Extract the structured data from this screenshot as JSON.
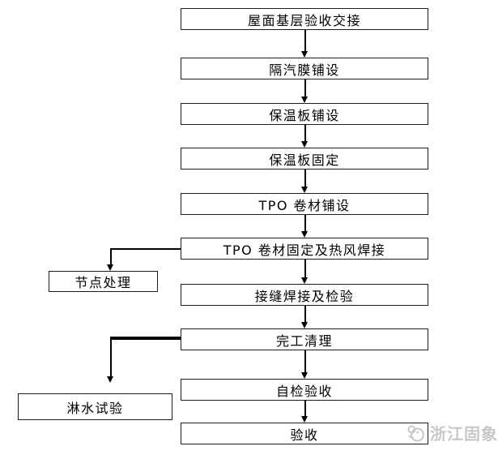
{
  "flow": {
    "main_nodes": [
      {
        "label": "屋面基层验收交接"
      },
      {
        "label": "隔汽膜铺设"
      },
      {
        "label": "保温板铺设"
      },
      {
        "label": "保温板固定"
      },
      {
        "label": "TPO 卷材铺设"
      },
      {
        "label": "TPO 卷材固定及热风焊接"
      },
      {
        "label": "接缝焊接及检验"
      },
      {
        "label": "完工清理"
      },
      {
        "label": "自检验收"
      },
      {
        "label": "验收"
      }
    ],
    "branch_nodes": [
      {
        "label": "节点处理",
        "from": "TPO 卷材固定及热风焊接"
      },
      {
        "label": "淋水试验",
        "from": "完工清理"
      }
    ]
  },
  "watermark": {
    "text": "浙江固象",
    "icon": "elephant-logo-icon",
    "color": "#c8c8c8"
  },
  "colors": {
    "background": "#ffffff",
    "box_border": "#1c1c1c",
    "line": "#000000",
    "text": "#000000"
  }
}
